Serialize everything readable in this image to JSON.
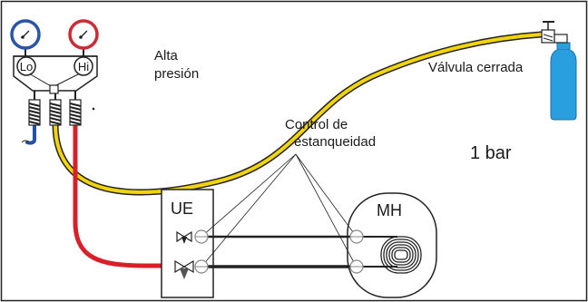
{
  "labels": {
    "lo": "Lo",
    "hi": "Hi",
    "high_pressure_line1": "Alta",
    "high_pressure_line2": "presión",
    "closed_valve": "Válvula cerrada",
    "leak_test_line1": "Control de",
    "leak_test_line2": "estanqueidad",
    "pressure": "1 bar",
    "indoor_unit": "UE",
    "mh": "MH"
  },
  "colors": {
    "yellow_hose": "#f2d40a",
    "red_hose": "#d9202a",
    "blue_hose": "#2452a8",
    "cylinder": "#2a9fe0",
    "gauge_low": "#2a54a8",
    "gauge_high": "#cc2a36"
  },
  "icons": {
    "low_gauge": "pressure-gauge-icon",
    "high_gauge": "pressure-gauge-icon",
    "nitrogen_cylinder": "gas-cylinder-icon",
    "service_valve": "valve-icon",
    "flare_joint": "circle-joint-icon"
  }
}
